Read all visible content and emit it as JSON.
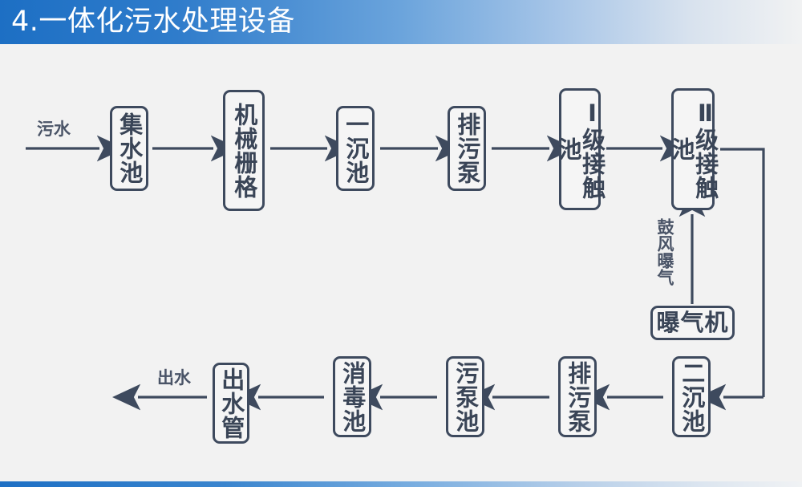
{
  "header": {
    "title": "4.一体化污水处理设备",
    "accent_color": "#1d6fc4",
    "title_color": "#ffffff"
  },
  "diagram": {
    "stroke_color": "#3e4a5e",
    "background_color": "#f2f2f2",
    "type": "process-flow",
    "top_row": [
      {
        "id": "jishuichi",
        "label": "集水池",
        "orientation": "vertical"
      },
      {
        "id": "jixieshange",
        "label": "机械栅格",
        "orientation": "vertical"
      },
      {
        "id": "yichenchi",
        "label": "一沉池",
        "orientation": "vertical"
      },
      {
        "id": "paiwubeng",
        "label": "排污泵",
        "orientation": "vertical"
      },
      {
        "id": "yijijiechuchi",
        "label": "Ⅰ级接触池",
        "orientation": "vertical"
      },
      {
        "id": "erjijiechuchi",
        "label": "Ⅱ级接触池",
        "orientation": "vertical"
      }
    ],
    "bottom_row": [
      {
        "id": "erchenchi",
        "label": "二沉池",
        "orientation": "vertical"
      },
      {
        "id": "paiwubeng2",
        "label": "排污泵",
        "orientation": "vertical"
      },
      {
        "id": "wubengchi",
        "label": "污泵池",
        "orientation": "vertical"
      },
      {
        "id": "xiaoduchi",
        "label": "消毒池",
        "orientation": "vertical"
      },
      {
        "id": "chushuiguan",
        "label": "出水管",
        "orientation": "vertical"
      }
    ],
    "aux": [
      {
        "id": "puqiji",
        "label": "曝气机",
        "orientation": "horizontal"
      }
    ],
    "labels": {
      "inlet": "污水",
      "outlet": "出水",
      "aeration": "鼓风曝气"
    }
  }
}
